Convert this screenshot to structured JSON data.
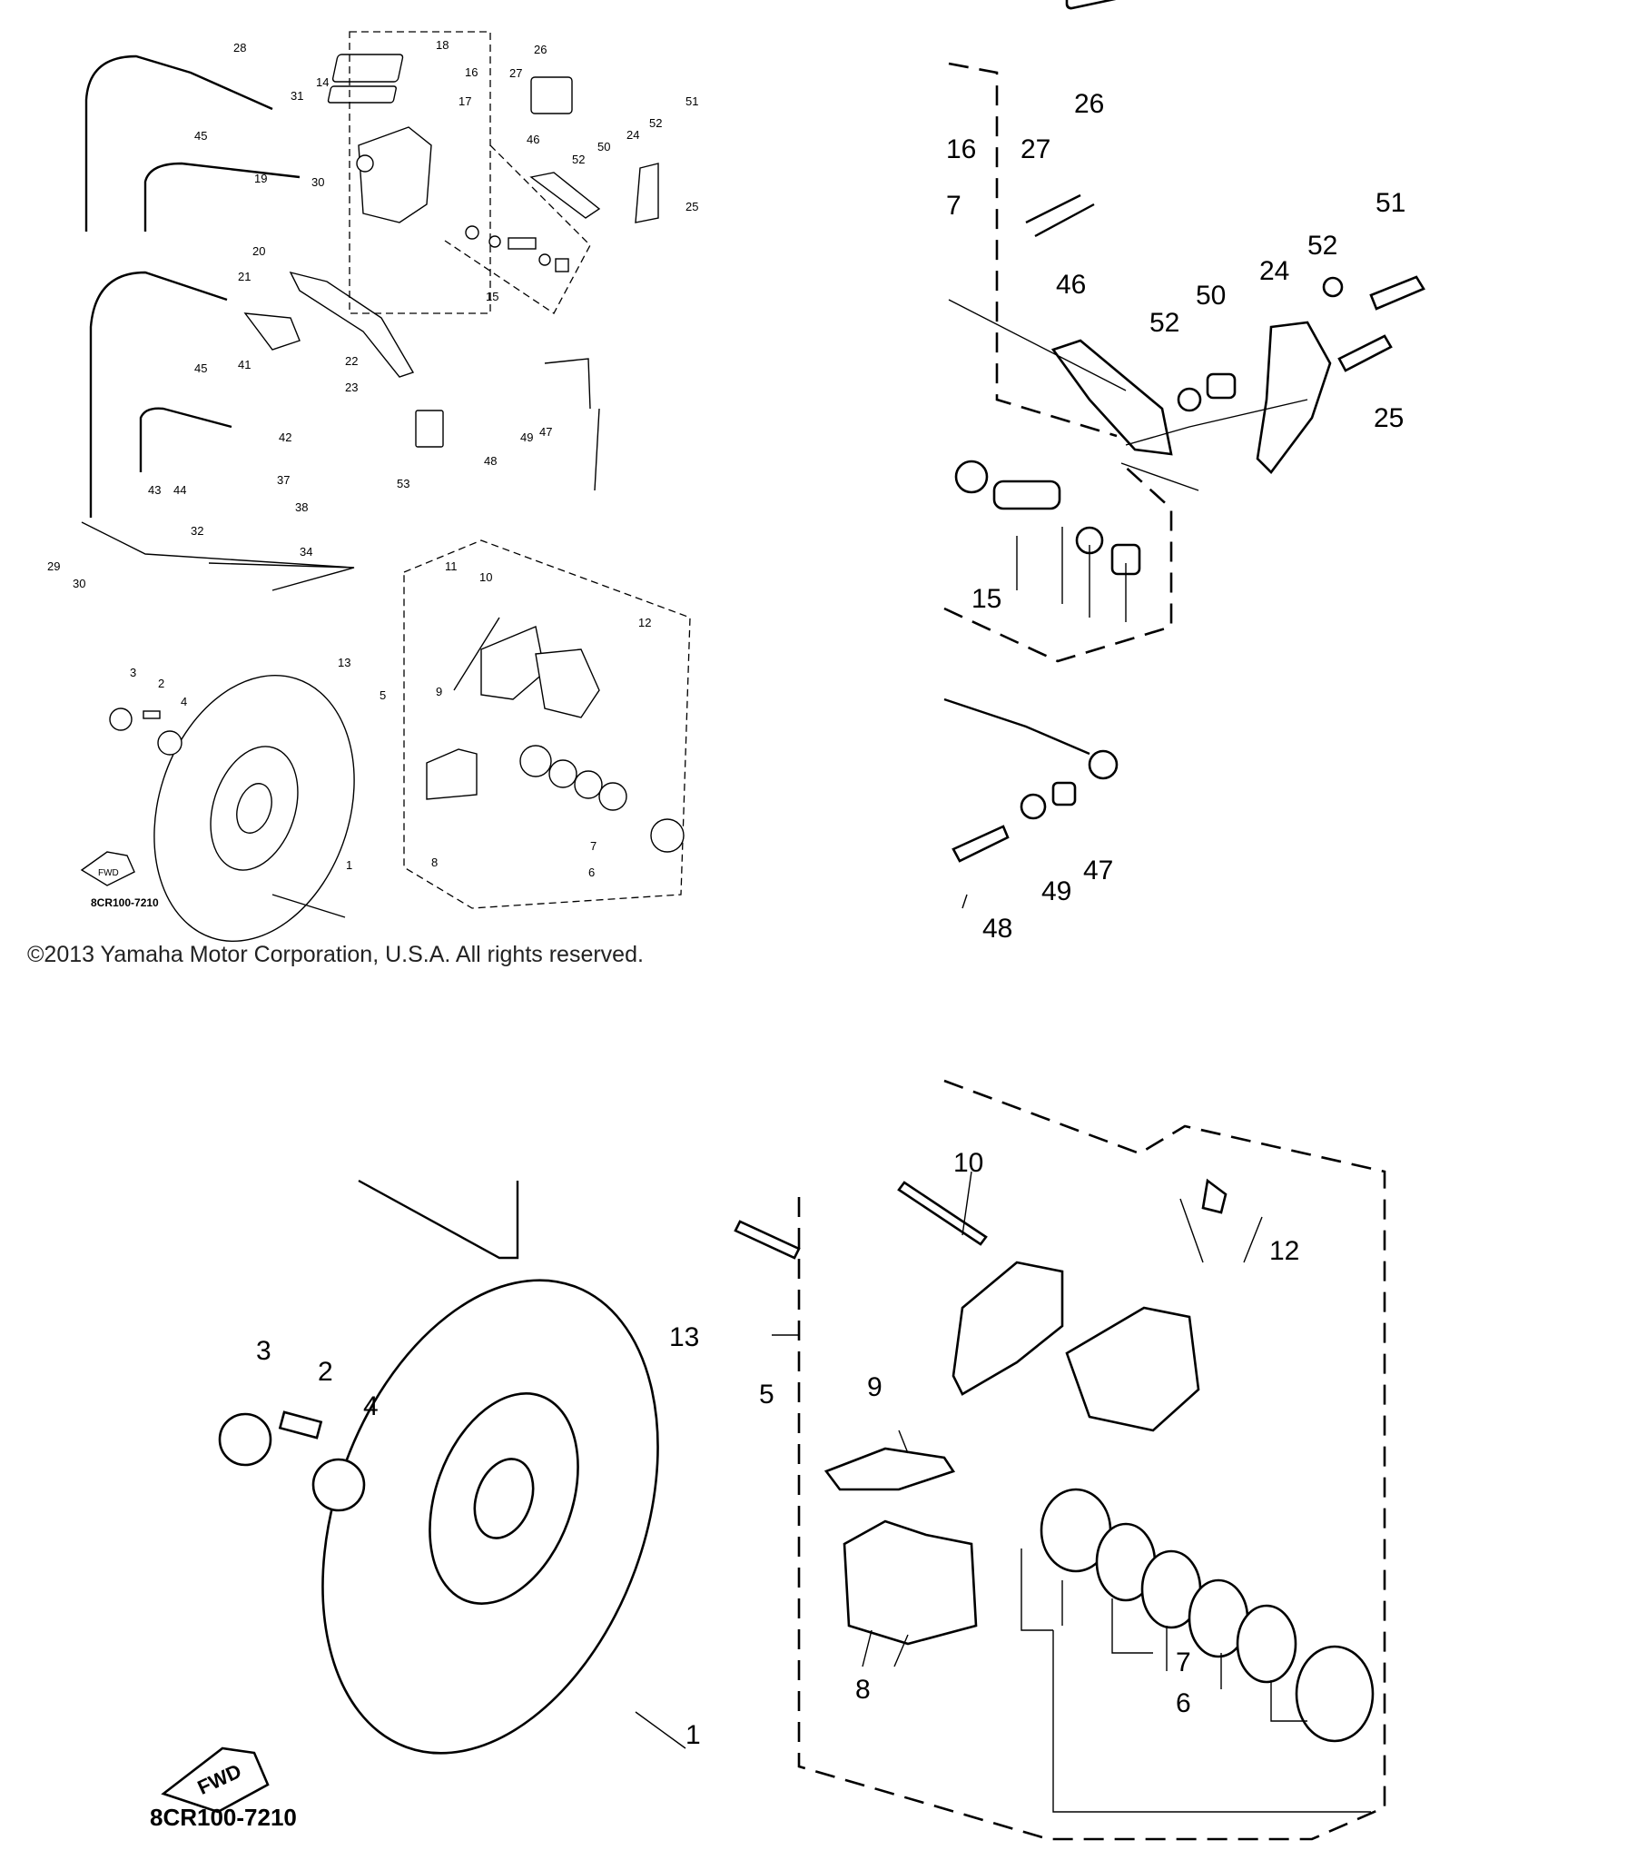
{
  "copyright": "©2013 Yamaha Motor Corporation, U.S.A. All rights reserved.",
  "overview": {
    "part_number": "8CR100-7210",
    "fwd_label": "FWD",
    "callouts": [
      "28",
      "18",
      "16",
      "14",
      "17",
      "26",
      "27",
      "31",
      "45",
      "51",
      "52",
      "50",
      "24",
      "46",
      "52",
      "25",
      "19",
      "30",
      "20",
      "21",
      "15",
      "22",
      "23",
      "41",
      "45",
      "42",
      "53",
      "48",
      "49",
      "47",
      "43",
      "44",
      "37",
      "38",
      "32",
      "29",
      "30",
      "34",
      "11",
      "10",
      "12",
      "13",
      "5",
      "9",
      "3",
      "2",
      "4",
      "8",
      "7",
      "6",
      "1"
    ]
  },
  "zoom_top": {
    "callouts": [
      "16",
      "7",
      "27",
      "26",
      "51",
      "52",
      "46",
      "50",
      "24",
      "52",
      "25",
      "15",
      "48",
      "49",
      "47"
    ]
  },
  "zoom_bottom": {
    "part_number": "8CR100-7210",
    "fwd_label": "FWD",
    "callouts": [
      "10",
      "12",
      "13",
      "3",
      "2",
      "4",
      "5",
      "9",
      "8",
      "7",
      "6",
      "1"
    ]
  }
}
